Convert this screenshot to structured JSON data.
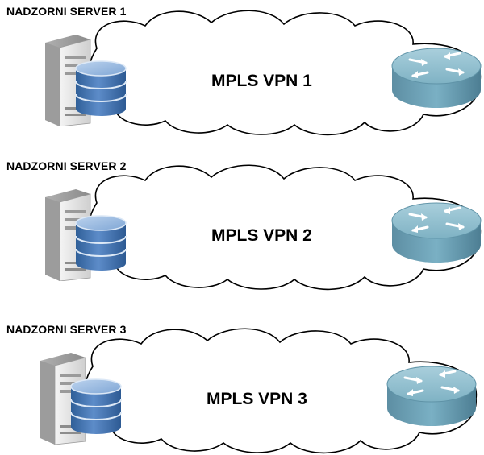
{
  "diagram": {
    "rows": [
      {
        "server_title": "NADZORNI SERVER 1",
        "vpn_label": "MPLS VPN 1"
      },
      {
        "server_title": "NADZORNI SERVER 2",
        "vpn_label": "MPLS VPN 2"
      },
      {
        "server_title": "NADZORNI SERVER 3",
        "vpn_label": "MPLS VPN 3"
      }
    ],
    "colors": {
      "cloud_stroke": "#000000",
      "cloud_fill": "#ffffff",
      "server_body": "#e6e6e6",
      "database": "#4f81bd",
      "router": "#6a9bb0"
    }
  }
}
